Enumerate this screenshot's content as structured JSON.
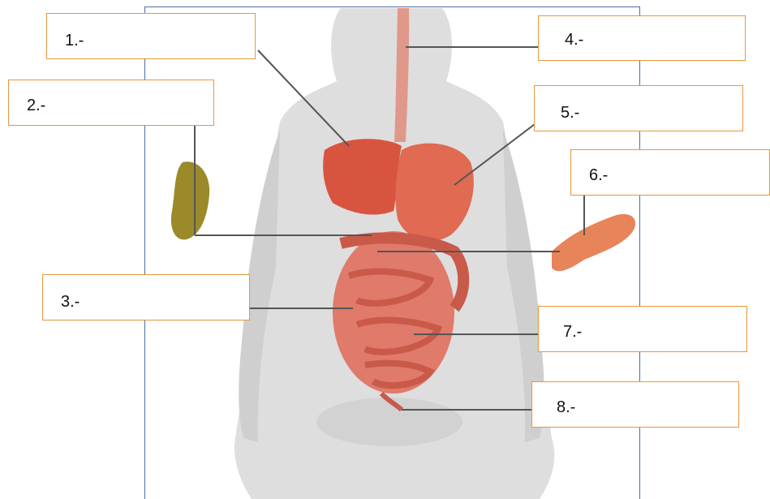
{
  "labels": [
    {
      "id": 1,
      "text": "1.-"
    },
    {
      "id": 2,
      "text": "2.-"
    },
    {
      "id": 3,
      "text": "3.-"
    },
    {
      "id": 4,
      "text": "4.-"
    },
    {
      "id": 5,
      "text": "5.-"
    },
    {
      "id": 6,
      "text": "6.-"
    },
    {
      "id": 7,
      "text": "7.-"
    },
    {
      "id": 8,
      "text": "8.-"
    }
  ],
  "colors": {
    "box_border": "#e8963a",
    "frame_border": "#4a6fa5",
    "body_fill": "#d9d9d9",
    "organ_red": "#d9543f",
    "intestine": "#e07a6a",
    "gallbladder": "#9a8a2a",
    "pancreas": "#e8845a",
    "leader_line": "#555555"
  }
}
